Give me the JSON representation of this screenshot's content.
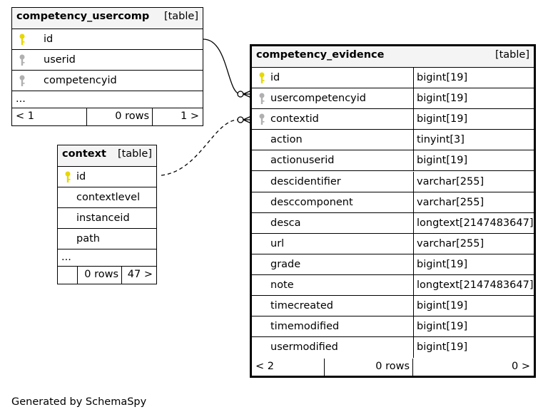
{
  "tables": {
    "usercomp": {
      "name": "competency_usercomp",
      "type": "[table]",
      "columns": [
        {
          "name": "id",
          "key": "primary"
        },
        {
          "name": "userid",
          "key": "foreign"
        },
        {
          "name": "competencyid",
          "key": "foreign"
        }
      ],
      "more": "...",
      "footer": {
        "prev": "< 1",
        "rows": "0 rows",
        "next": "1 >"
      }
    },
    "context": {
      "name": "context",
      "type": "[table]",
      "columns": [
        {
          "name": "id",
          "key": "primary"
        },
        {
          "name": "contextlevel"
        },
        {
          "name": "instanceid"
        },
        {
          "name": "path"
        }
      ],
      "more": "...",
      "footer": {
        "prev": "",
        "rows": "0 rows",
        "next": "47 >"
      }
    },
    "evidence": {
      "name": "competency_evidence",
      "type": "[table]",
      "columns": [
        {
          "name": "id",
          "type": "bigint[19]",
          "key": "primary"
        },
        {
          "name": "usercompetencyid",
          "type": "bigint[19]",
          "key": "foreign"
        },
        {
          "name": "contextid",
          "type": "bigint[19]",
          "key": "foreign"
        },
        {
          "name": "action",
          "type": "tinyint[3]"
        },
        {
          "name": "actionuserid",
          "type": "bigint[19]"
        },
        {
          "name": "descidentifier",
          "type": "varchar[255]"
        },
        {
          "name": "desccomponent",
          "type": "varchar[255]"
        },
        {
          "name": "desca",
          "type": "longtext[2147483647]"
        },
        {
          "name": "url",
          "type": "varchar[255]"
        },
        {
          "name": "grade",
          "type": "bigint[19]"
        },
        {
          "name": "note",
          "type": "longtext[2147483647]"
        },
        {
          "name": "timecreated",
          "type": "bigint[19]"
        },
        {
          "name": "timemodified",
          "type": "bigint[19]"
        },
        {
          "name": "usermodified",
          "type": "bigint[19]"
        }
      ],
      "footer": {
        "prev": "< 2",
        "rows": "0 rows",
        "next": "0 >"
      }
    }
  },
  "colors": {
    "primary_key": "#e6d800",
    "foreign_key": "#b0b0b0",
    "header_bg": "#f4f4f4"
  },
  "generated_by": "Generated by SchemaSpy"
}
